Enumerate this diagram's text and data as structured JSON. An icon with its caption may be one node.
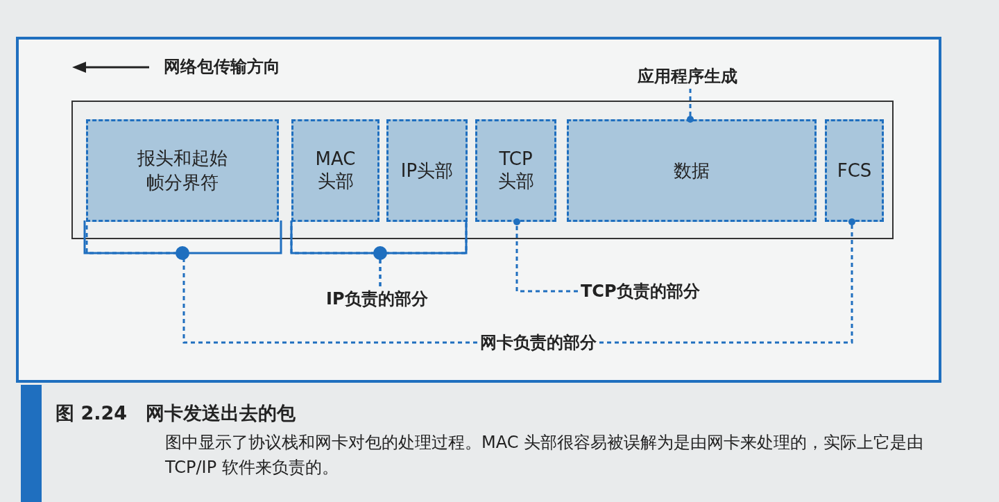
{
  "diagram": {
    "caption": "图 2.24　网卡发送出去的包",
    "nodes": [
      {
        "text": [],
        "shape": "box"
      },
      {
        "text": [
          "报头和起始帧分界符"
        ],
        "in": 0
      },
      {
        "text": [
          "MAC头部"
        ],
        "in": 0
      },
      {
        "text": [
          "IP头部"
        ],
        "in": 0
      },
      {
        "text": [
          "TCP头部"
        ],
        "in": 0
      },
      {
        "text": [
          "数据"
        ],
        "in": 0
      },
      {
        "text": [
          "FCS"
        ],
        "in": 0
      },
      {
        "text": [
          "应用程序生成"
        ]
      },
      {
        "text": [
          "IP负责的部分"
        ]
      },
      {
        "text": [
          "TCP负责的部分"
        ]
      },
      {
        "text": [
          "网卡负责的部分"
        ]
      }
    ],
    "edges": [
      {
        "from": 7,
        "to": 5,
        "arrow": "other",
        "style": "dashed"
      },
      {
        "from": 8,
        "to": 2,
        "arrow": "none",
        "style": "dashed"
      },
      {
        "from": 8,
        "to": 3,
        "arrow": "none",
        "style": "dashed"
      },
      {
        "from": 9,
        "to": 4,
        "arrow": "other",
        "style": "dashed"
      },
      {
        "from": 10,
        "to": 1,
        "arrow": "none",
        "style": "dashed"
      },
      {
        "from": 10,
        "to": 6,
        "arrow": "other",
        "style": "dashed"
      }
    ],
    "labels": [
      "网络包传输方向",
      "图中显示了协议栈和网卡对包的处理过程。MAC 头部很容易被误解为是由网卡来处理的，实际上它是由 TCP/IP 软件来负责的。"
    ]
  }
}
